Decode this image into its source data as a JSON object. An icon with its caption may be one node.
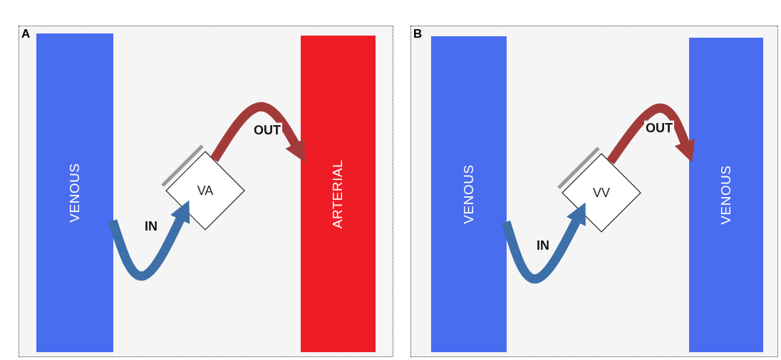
{
  "diagram": {
    "nodes": [
      {
        "text": [
          "A"
        ]
      },
      {
        "text": [
          "VENOUS"
        ],
        "in": 0
      },
      {
        "text": [
          "VA"
        ],
        "in": 0
      },
      {
        "text": [
          "ARTERIAL"
        ],
        "in": 0
      },
      {
        "text": [
          "B"
        ]
      },
      {
        "text": [
          "VENOUS"
        ],
        "in": 4
      },
      {
        "text": [
          "VV"
        ],
        "in": 4
      },
      {
        "text": [
          "VENOUS"
        ],
        "in": 4
      }
    ],
    "edges": [
      {
        "from": 1,
        "to": 2,
        "arrow": "to",
        "label": "IN",
        "color": "#3d6fa8"
      },
      {
        "from": 2,
        "to": 3,
        "arrow": "to",
        "label": "OUT",
        "color": "#a33a3a"
      },
      {
        "from": 5,
        "to": 6,
        "arrow": "to",
        "label": "IN",
        "color": "#3d6fa8"
      },
      {
        "from": 6,
        "to": 7,
        "arrow": "to",
        "label": "OUT",
        "color": "#a33a3a"
      }
    ]
  }
}
